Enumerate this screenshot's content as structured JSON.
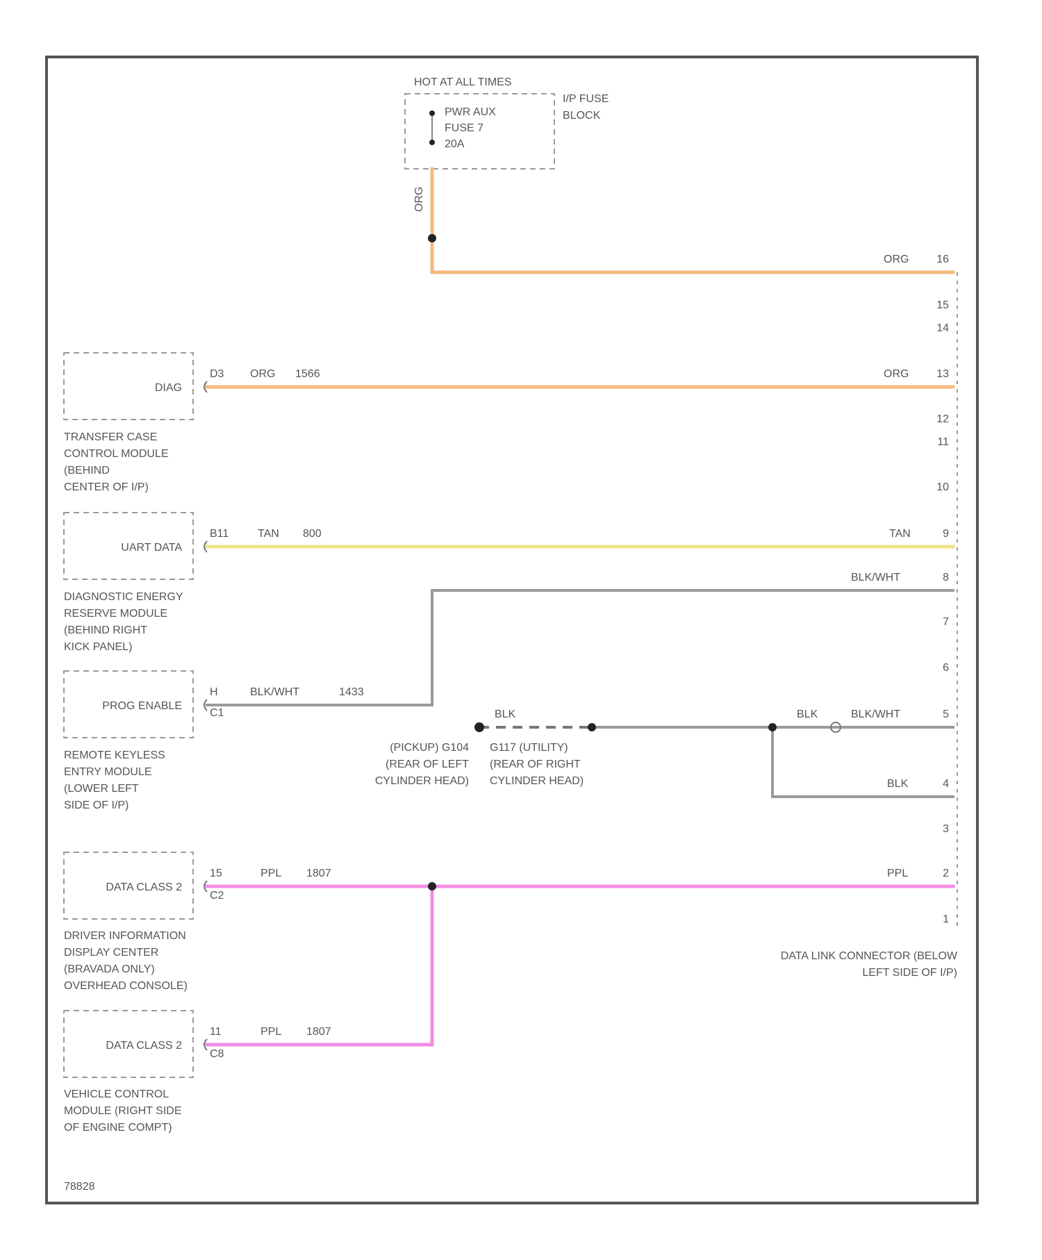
{
  "colors": {
    "orange": "#f5b97f",
    "yellow": "#eee28a",
    "gray": "#999999",
    "pink": "#f28ce6",
    "frame": "#555555"
  },
  "fuse": {
    "header": "HOT AT ALL TIMES",
    "line1": "PWR AUX",
    "line2": "FUSE 7",
    "line3": "20A",
    "block_line1": "I/P FUSE",
    "block_line2": "BLOCK",
    "wire_color": "ORG"
  },
  "connector": {
    "pins": [
      "16",
      "15",
      "14",
      "13",
      "12",
      "11",
      "10",
      "9",
      "8",
      "7",
      "6",
      "5",
      "4",
      "3",
      "2",
      "1"
    ],
    "name_line1": "DATA LINK CONNECTOR (BELOW",
    "name_line2": "LEFT SIDE OF I/P)"
  },
  "circuits": {
    "pin16": {
      "color": "ORG"
    },
    "diag": {
      "pin": "D3",
      "color": "ORG",
      "circuit": "1566",
      "right_color": "ORG"
    },
    "uart": {
      "pin": "B11",
      "color": "TAN",
      "circuit": "800",
      "right_color": "TAN"
    },
    "pin6": {
      "right_color": "BLK/WHT"
    },
    "prog": {
      "pin": "H",
      "color": "BLK/WHT",
      "circuit": "1433",
      "sub": "C1"
    },
    "ground": {
      "left_color": "BLK",
      "right_color1": "BLK",
      "right_color2": "BLK/WHT",
      "pin4_color": "BLK"
    },
    "class2a": {
      "pin": "15",
      "color": "PPL",
      "circuit": "1807",
      "sub": "C2",
      "right_color": "PPL"
    },
    "class2b": {
      "pin": "11",
      "color": "PPL",
      "circuit": "1807",
      "sub": "C8"
    }
  },
  "grounds": {
    "g104_line1": "(PICKUP) G104",
    "g104_line2": "(REAR OF LEFT",
    "g104_line3": "CYLINDER HEAD)",
    "g117_line1": "G117 (UTILITY)",
    "g117_line2": "(REAR OF RIGHT",
    "g117_line3": "CYLINDER HEAD)"
  },
  "modules": {
    "tccm": {
      "box_label": "DIAG",
      "name_lines": [
        "TRANSFER CASE",
        "CONTROL MODULE",
        "(BEHIND",
        "CENTER OF I/P)"
      ]
    },
    "derm": {
      "box_label": "UART DATA",
      "name_lines": [
        "DIAGNOSTIC ENERGY",
        "RESERVE MODULE",
        "(BEHIND RIGHT",
        "KICK PANEL)"
      ]
    },
    "rke": {
      "box_label": "PROG ENABLE",
      "name_lines": [
        "REMOTE KEYLESS",
        "ENTRY MODULE",
        "(LOWER LEFT",
        "SIDE OF I/P)"
      ]
    },
    "dic": {
      "box_label": "DATA CLASS 2",
      "name_lines": [
        "DRIVER INFORMATION",
        "DISPLAY CENTER",
        "(BRAVADA ONLY)",
        "OVERHEAD CONSOLE)"
      ]
    },
    "vcm": {
      "box_label": "DATA CLASS 2",
      "name_lines": [
        "VEHICLE CONTROL",
        "MODULE (RIGHT SIDE",
        "OF ENGINE COMPT)"
      ]
    }
  },
  "footer": {
    "figure_id": "78828"
  }
}
